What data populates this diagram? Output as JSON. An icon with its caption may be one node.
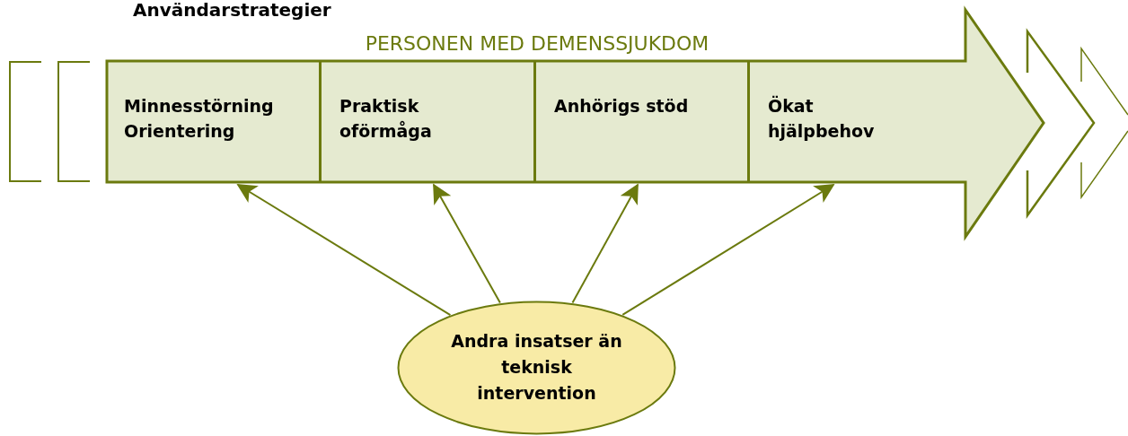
{
  "diagram": {
    "title": "Användarstrategier",
    "nodes": [
      {
        "text": [
          "PERSONEN MED DEMENSSJUKDOM"
        ]
      },
      {
        "text": [
          "Minnesstörning Orientering"
        ],
        "in": 0
      },
      {
        "text": [
          "Praktisk oförmåga"
        ],
        "in": 0
      },
      {
        "text": [
          "Anhörigs stöd"
        ],
        "in": 0
      },
      {
        "text": [
          "Ökat hjälpbehov"
        ],
        "in": 0
      },
      {
        "text": [
          "Andra insatser än teknisk intervention"
        ]
      }
    ],
    "edges": [
      {
        "from": 5,
        "to": 1,
        "arrow": "to"
      },
      {
        "from": 5,
        "to": 2,
        "arrow": "to"
      },
      {
        "from": 5,
        "to": 3,
        "arrow": "to"
      },
      {
        "from": 5,
        "to": 4,
        "arrow": "to"
      }
    ]
  }
}
